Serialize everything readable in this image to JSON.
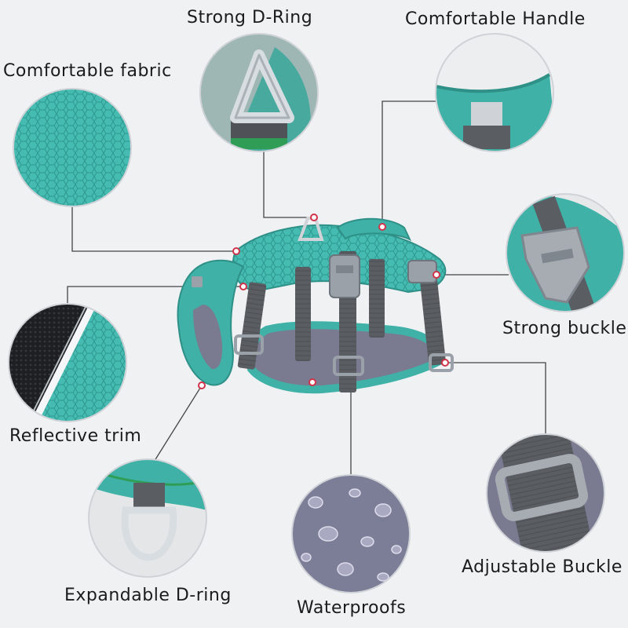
{
  "labels": {
    "strong_d_ring": "Strong D-Ring",
    "comfortable_handle": "Comfortable Handle",
    "comfortable_fabric": "Comfortable fabric",
    "strong_buckle": "Strong buckle",
    "reflective_trim": "Reflective trim",
    "adjustable_buckle": "Adjustable Buckle",
    "expandable_d_ring": "Expandable D-ring",
    "waterproofs": "Waterproofs"
  },
  "colors": {
    "teal": "#3fb1a7",
    "teal_dark": "#2e9087",
    "teal_light": "#6ccfc5",
    "strap_gray": "#5a5d62",
    "strap_dark": "#45484d",
    "buckle_gray": "#9aa1a8",
    "lining_purple": "#7a7a90",
    "metal": "#d0d4d8",
    "callout_line": "#444444",
    "marker_red": "#d0334a",
    "circle_bg": "#e2e4e7",
    "background": "#f0f1f3"
  }
}
